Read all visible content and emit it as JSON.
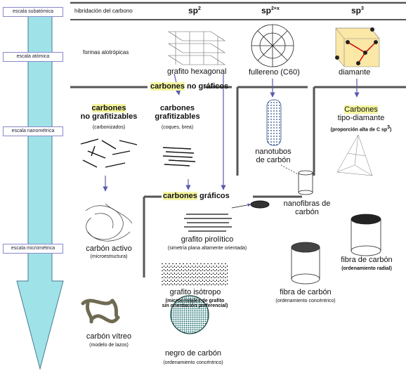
{
  "scale_column": {
    "subatomic": "escala subatómica",
    "atomic": "escala atómica",
    "nanometric": "escala nanométrica",
    "micrometric": "escala micrométrica"
  },
  "header": {
    "hybridization": "hibridación del carbono",
    "sp2": "sp",
    "sp2_sup": "2",
    "sp2x": "sp",
    "sp2x_sup": "2+x",
    "sp3": "sp",
    "sp3_sup": "3"
  },
  "atomic_row": {
    "allotropes": "formas alotrópicas",
    "graphite": "grafito hexagonal",
    "fullerene": "fullereno (C60)",
    "diamond": "diamante"
  },
  "non_graphitic": {
    "title_a": "carbones",
    "title_b": " no gráficos",
    "ng_title_a": "carbones",
    "ng_title_b": "no grafitizables",
    "ng_sub": "(carbonizados)",
    "g_title": "carbones grafitizables",
    "g_sub": "(coques, brea)"
  },
  "diamond_like": {
    "title_a": "Carbones",
    "title_b": "tipo-diamante",
    "sub": "(proporción alta de C sp",
    "sub_sup": "3",
    "sub_end": ")"
  },
  "nanotubes": {
    "line1": "nanotubos",
    "line2": "de carbón"
  },
  "graphitic": {
    "title_a": "carbones",
    "title_b": " gráficos"
  },
  "nanofibers": {
    "line1": "nanofibras de",
    "line2": "carbón"
  },
  "pyrolytic": {
    "title": "grafito pirolítico",
    "sub": "(simetría plana altamente orientada)"
  },
  "activated": {
    "title": "carbón activo",
    "sub": "(microestructura)"
  },
  "fiber_radial": {
    "title": "fibra de carbón",
    "sub": "(ordenamiento radial)"
  },
  "fiber_concentric": {
    "title": "fibra de carbón",
    "sub": "(ordenamiento concéntrico)"
  },
  "isotropic": {
    "title": "grafito isótropo",
    "sub1": "(microcristales de grafito",
    "sub2": "sin orientación preferencial)"
  },
  "vitreous": {
    "title": "carbón vítreo",
    "sub": "(modelo de lazos)"
  },
  "carbon_black": {
    "title": "negro de carbón",
    "sub": "(ordenamiento concéntrico)"
  },
  "colors": {
    "arrow_fill": "#9fe3e8",
    "highlight": "#f4f5a0",
    "connector": "#5a5ab0",
    "divider": "#555555"
  }
}
